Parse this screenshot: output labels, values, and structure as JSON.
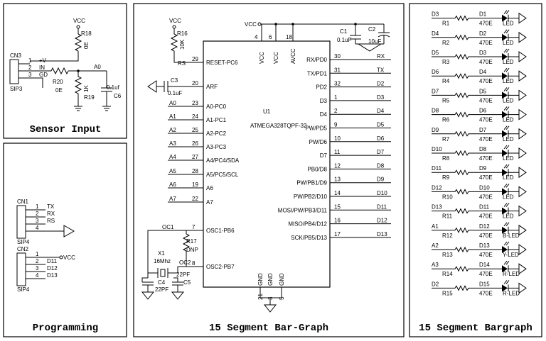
{
  "titles": {
    "sensor": "Sensor Input",
    "programming": "Programming",
    "bar_mid": "15 Segment Bar-Graph",
    "bar_right": "15 Segment Bargraph"
  },
  "sensor": {
    "vcc": "VCC",
    "r18": "R18",
    "r18_val": "0E",
    "cn3": "CN3",
    "sip3": "SIP3",
    "pin1": "1",
    "pin2": "2",
    "pin3": "3",
    "plus_v": "+V",
    "in": "IN",
    "gd": "GD",
    "r20": "R20",
    "r20_val": "0E",
    "r19": "R19",
    "r19_val": "1K",
    "a0": "A0",
    "c6_val": "0.1uf",
    "c6": "C6"
  },
  "prog": {
    "cn1": "CN1",
    "sip4a": "SIP4",
    "cn2": "CN2",
    "sip4b": "SIP4",
    "vcc": "VCC",
    "cn1_pins": [
      {
        "n": "1",
        "s": "TX"
      },
      {
        "n": "2",
        "s": "RX"
      },
      {
        "n": "3",
        "s": "RS"
      },
      {
        "n": "4",
        "s": ""
      }
    ],
    "cn2_pins": [
      {
        "n": "1",
        "s": ""
      },
      {
        "n": "2",
        "s": "D11"
      },
      {
        "n": "3",
        "s": "D12"
      },
      {
        "n": "4",
        "s": "D13"
      }
    ]
  },
  "mcu": {
    "ref": "U1",
    "part": "ATMEGA328TQPF-32",
    "vcc": "VCC",
    "r16": "R16",
    "r16_val": "10K",
    "rs": "RS",
    "c3": "C3",
    "c3_val": "0.1uF",
    "c1": "C1",
    "c1_val": "0.1uF",
    "c2": "C2",
    "c2_val": "10uF",
    "oc1": "OC1",
    "oc2": "OC2",
    "x1": "X1",
    "x1_val": "16Mhz",
    "r17": "R17",
    "r17_val": "DNP",
    "c4": "C4",
    "c4_val": "22PF",
    "c5": "C5",
    "c5_val": "22PF",
    "gnd": "GND",
    "top_pins": [
      {
        "n": "4",
        "name": "VCC"
      },
      {
        "n": "6",
        "name": "VCC"
      },
      {
        "n": "18",
        "name": "AVCC"
      }
    ],
    "bottom_pins": [
      {
        "n": "21",
        "name": "GND"
      },
      {
        "n": "3",
        "name": "GND"
      },
      {
        "n": "5",
        "name": "GND"
      }
    ],
    "left_pins": [
      {
        "net": "RS",
        "n": "29",
        "name": "RESET-PC6"
      },
      {
        "net": "",
        "n": "20",
        "name": "ARF"
      },
      {
        "net": "A0",
        "n": "23",
        "name": "A0-PC0"
      },
      {
        "net": "A1",
        "n": "24",
        "name": "A1-PC1"
      },
      {
        "net": "A2",
        "n": "25",
        "name": "A2-PC2"
      },
      {
        "net": "A3",
        "n": "26",
        "name": "A3-PC3"
      },
      {
        "net": "A4",
        "n": "27",
        "name": "A4/PC4/SDA"
      },
      {
        "net": "A5",
        "n": "28",
        "name": "A5/PC5/SCL"
      },
      {
        "net": "A6",
        "n": "19",
        "name": "A6"
      },
      {
        "net": "A7",
        "n": "22",
        "name": "A7"
      },
      {
        "net": "",
        "n": "7",
        "name": "OSC1-PB6"
      },
      {
        "net": "",
        "n": "8",
        "name": "OSC2-PB7"
      }
    ],
    "right_pins": [
      {
        "name": "RX/PD0",
        "n": "30",
        "net": "RX"
      },
      {
        "name": "TX/PD1",
        "n": "31",
        "net": "TX"
      },
      {
        "name": "PD2",
        "n": "32",
        "net": "D2"
      },
      {
        "name": "D3",
        "n": "1",
        "net": "D3"
      },
      {
        "name": "D4",
        "n": "2",
        "net": "D4"
      },
      {
        "name": "PW/PD5",
        "n": "9",
        "net": "D5"
      },
      {
        "name": "PW/D6",
        "n": "10",
        "net": "D6"
      },
      {
        "name": "D7",
        "n": "11",
        "net": "D7"
      },
      {
        "name": "PB0/D8",
        "n": "12",
        "net": "D8"
      },
      {
        "name": "PW/PB1/D9",
        "n": "13",
        "net": "D9"
      },
      {
        "name": "PW/PB2/D10",
        "n": "14",
        "net": "D10"
      },
      {
        "name": "MOSI/PW/PB3/D11",
        "n": "15",
        "net": "D11"
      },
      {
        "name": "MISO/PB4/D12",
        "n": "16",
        "net": "D12"
      },
      {
        "name": "SCK/PB5/D13",
        "n": "17",
        "net": "D13"
      }
    ]
  },
  "leds": [
    {
      "net": "D3",
      "r": "R1",
      "d": "D1",
      "v": "470E",
      "l": "LED"
    },
    {
      "net": "D4",
      "r": "R2",
      "d": "D2",
      "v": "470E",
      "l": "LED"
    },
    {
      "net": "D5",
      "r": "R3",
      "d": "D3",
      "v": "470E",
      "l": "LED"
    },
    {
      "net": "D6",
      "r": "R4",
      "d": "D4",
      "v": "470E",
      "l": "LED"
    },
    {
      "net": "D7",
      "r": "R5",
      "d": "D5",
      "v": "470E",
      "l": "LED"
    },
    {
      "net": "D8",
      "r": "R6",
      "d": "D6",
      "v": "470E",
      "l": "LED"
    },
    {
      "net": "D9",
      "r": "R7",
      "d": "D7",
      "v": "470E",
      "l": "LED"
    },
    {
      "net": "D10",
      "r": "R8",
      "d": "D8",
      "v": "470E",
      "l": "LED"
    },
    {
      "net": "D11",
      "r": "R9",
      "d": "D9",
      "v": "470E",
      "l": "LED"
    },
    {
      "net": "D12",
      "r": "R10",
      "d": "D10",
      "v": "470E",
      "l": "LED"
    },
    {
      "net": "D13",
      "r": "R11",
      "d": "D11",
      "v": "470E",
      "l": "LED"
    },
    {
      "net": "A1",
      "r": "R12",
      "d": "D12",
      "v": "470E",
      "l": "B-LED"
    },
    {
      "net": "A2",
      "r": "R13",
      "d": "D13",
      "v": "470E",
      "l": "Y-LED"
    },
    {
      "net": "A3",
      "r": "R14",
      "d": "D14",
      "v": "470E",
      "l": "R-LED"
    },
    {
      "net": "D2",
      "r": "R15",
      "d": "D15",
      "v": "470E",
      "l": "R-LED"
    }
  ]
}
